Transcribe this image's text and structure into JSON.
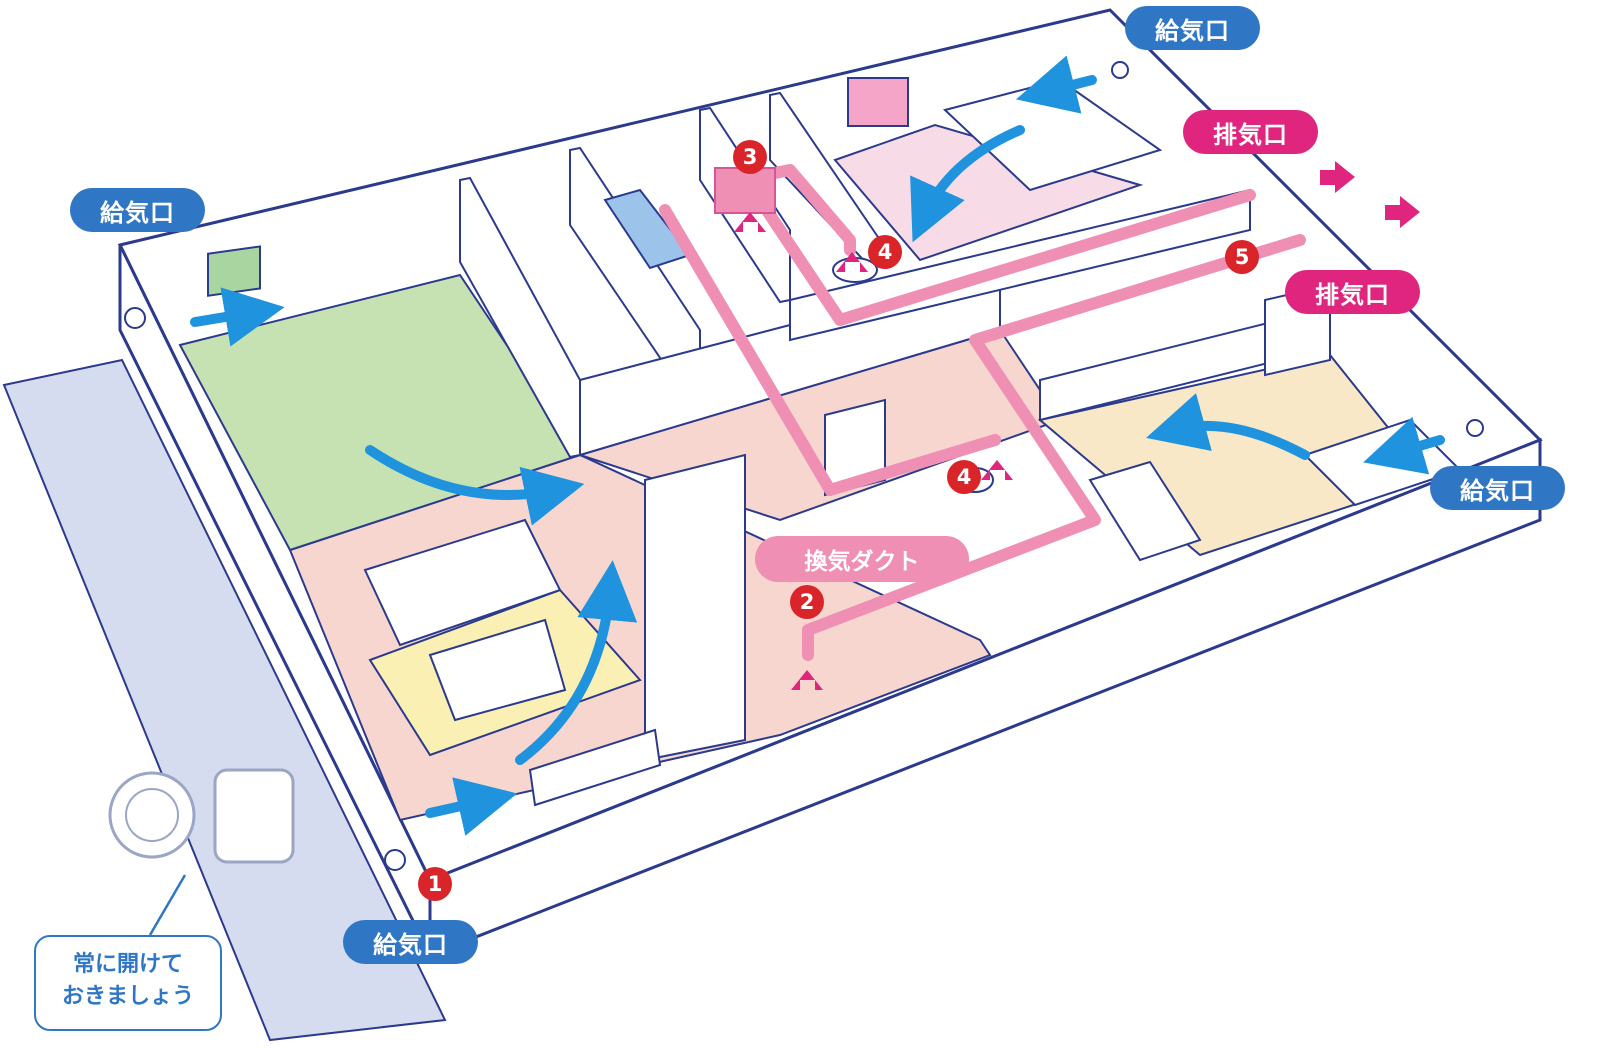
{
  "labels": {
    "supply": "給気口",
    "exhaust": "排気口",
    "duct": "換気ダクト"
  },
  "callout": {
    "line1": "常に開けて",
    "line2": "おきましょう"
  },
  "numbers": [
    "1",
    "2",
    "3",
    "4",
    "4",
    "5"
  ],
  "colors": {
    "supply": "#2f77c4",
    "exhaust": "#e0257f",
    "duct": "#ee8fb3",
    "marker": "#d9252a",
    "outline": "#2b3a8c",
    "ground": "#d5dcef",
    "living_floor": "#f7d6cf",
    "tatami_floor": "#c6e2b3",
    "bedroom_floor": "#f7dbe6",
    "study_floor": "#f9e8c7"
  }
}
